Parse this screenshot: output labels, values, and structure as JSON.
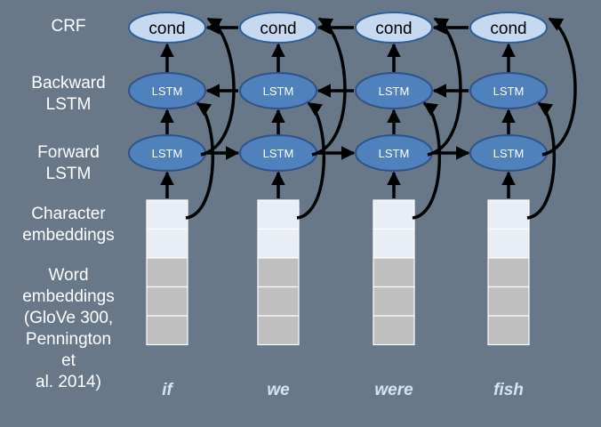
{
  "labels": {
    "crf": "CRF",
    "backward_lstm": [
      "Backward",
      "LSTM"
    ],
    "forward_lstm": [
      "Forward",
      "LSTM"
    ],
    "character_embeddings": [
      "Character",
      "embeddings"
    ],
    "word_embeddings": [
      "Word",
      "embeddings",
      "(GloVe 300,",
      "Pennington et",
      "al. 2014)"
    ]
  },
  "node_text": {
    "crf": "cond",
    "lstm": "LSTM"
  },
  "words": [
    "if",
    "we",
    "were",
    "fish"
  ],
  "embeddings": {
    "character_cells": 2,
    "word_cells": 3
  },
  "colors": {
    "background": "#687889",
    "crf_fill": "#c6d9f1",
    "crf_stroke": "#2e5f9a",
    "lstm_fill": "#4f81bd",
    "lstm_stroke": "#2c5486",
    "char_cell": "#e9eef6",
    "word_cell": "#bfbfbf",
    "arrow": "#000000",
    "word_text": "#d4e4f6"
  }
}
